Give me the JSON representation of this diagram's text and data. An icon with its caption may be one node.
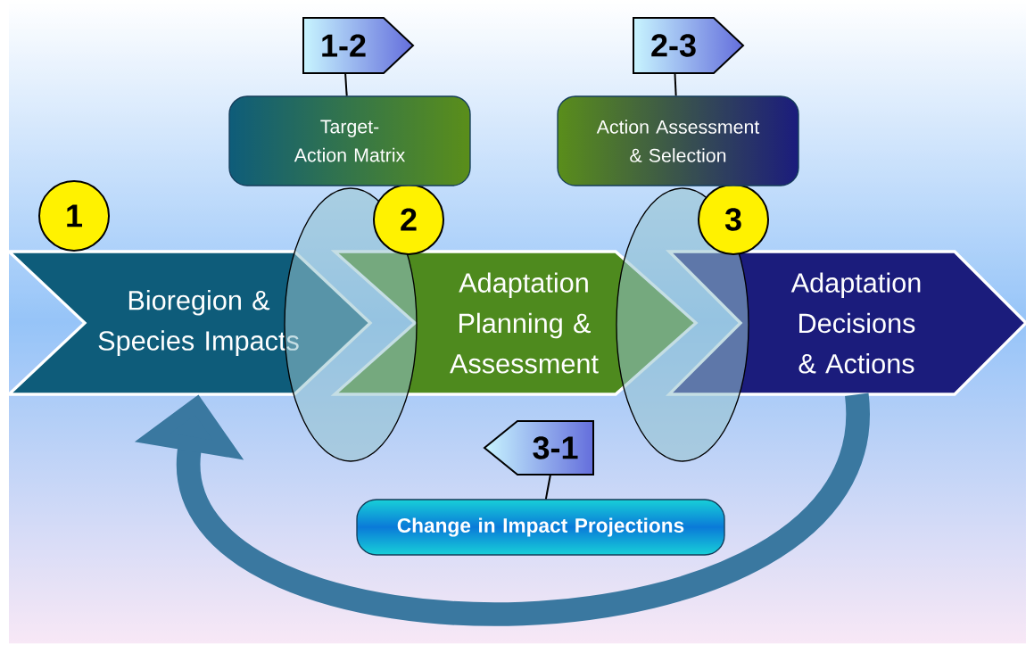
{
  "diagram": {
    "nodes": [
      {
        "text": [
          "Bioregion & Species Impacts"
        ]
      },
      {
        "text": [
          "Adaptation Planning & Assessment"
        ]
      },
      {
        "text": [
          "Adaptation Decisions & Actions"
        ]
      },
      {
        "text": [
          "1"
        ]
      },
      {
        "text": [
          "2"
        ]
      },
      {
        "text": [
          "3"
        ]
      },
      {
        "text": [
          "1-2"
        ]
      },
      {
        "text": [
          "Target-Action Matrix"
        ]
      },
      {
        "text": [
          "2-3"
        ]
      },
      {
        "text": [
          "Action Assessment & Selection"
        ]
      },
      {
        "text": [
          "3-1"
        ]
      },
      {
        "text": [
          "Change in Impact Projections"
        ]
      },
      {
        "text": [],
        "shape": "ellipse"
      },
      {
        "text": [],
        "shape": "ellipse"
      }
    ],
    "edges": [
      {
        "from": 6,
        "to": 7,
        "arrow": "none"
      },
      {
        "from": 8,
        "to": 9,
        "arrow": "none"
      },
      {
        "from": 10,
        "to": 11,
        "arrow": "none"
      },
      {
        "from": 2,
        "to": 0,
        "arrow": "to",
        "style": "thick",
        "color": "#3a78a0"
      }
    ]
  }
}
